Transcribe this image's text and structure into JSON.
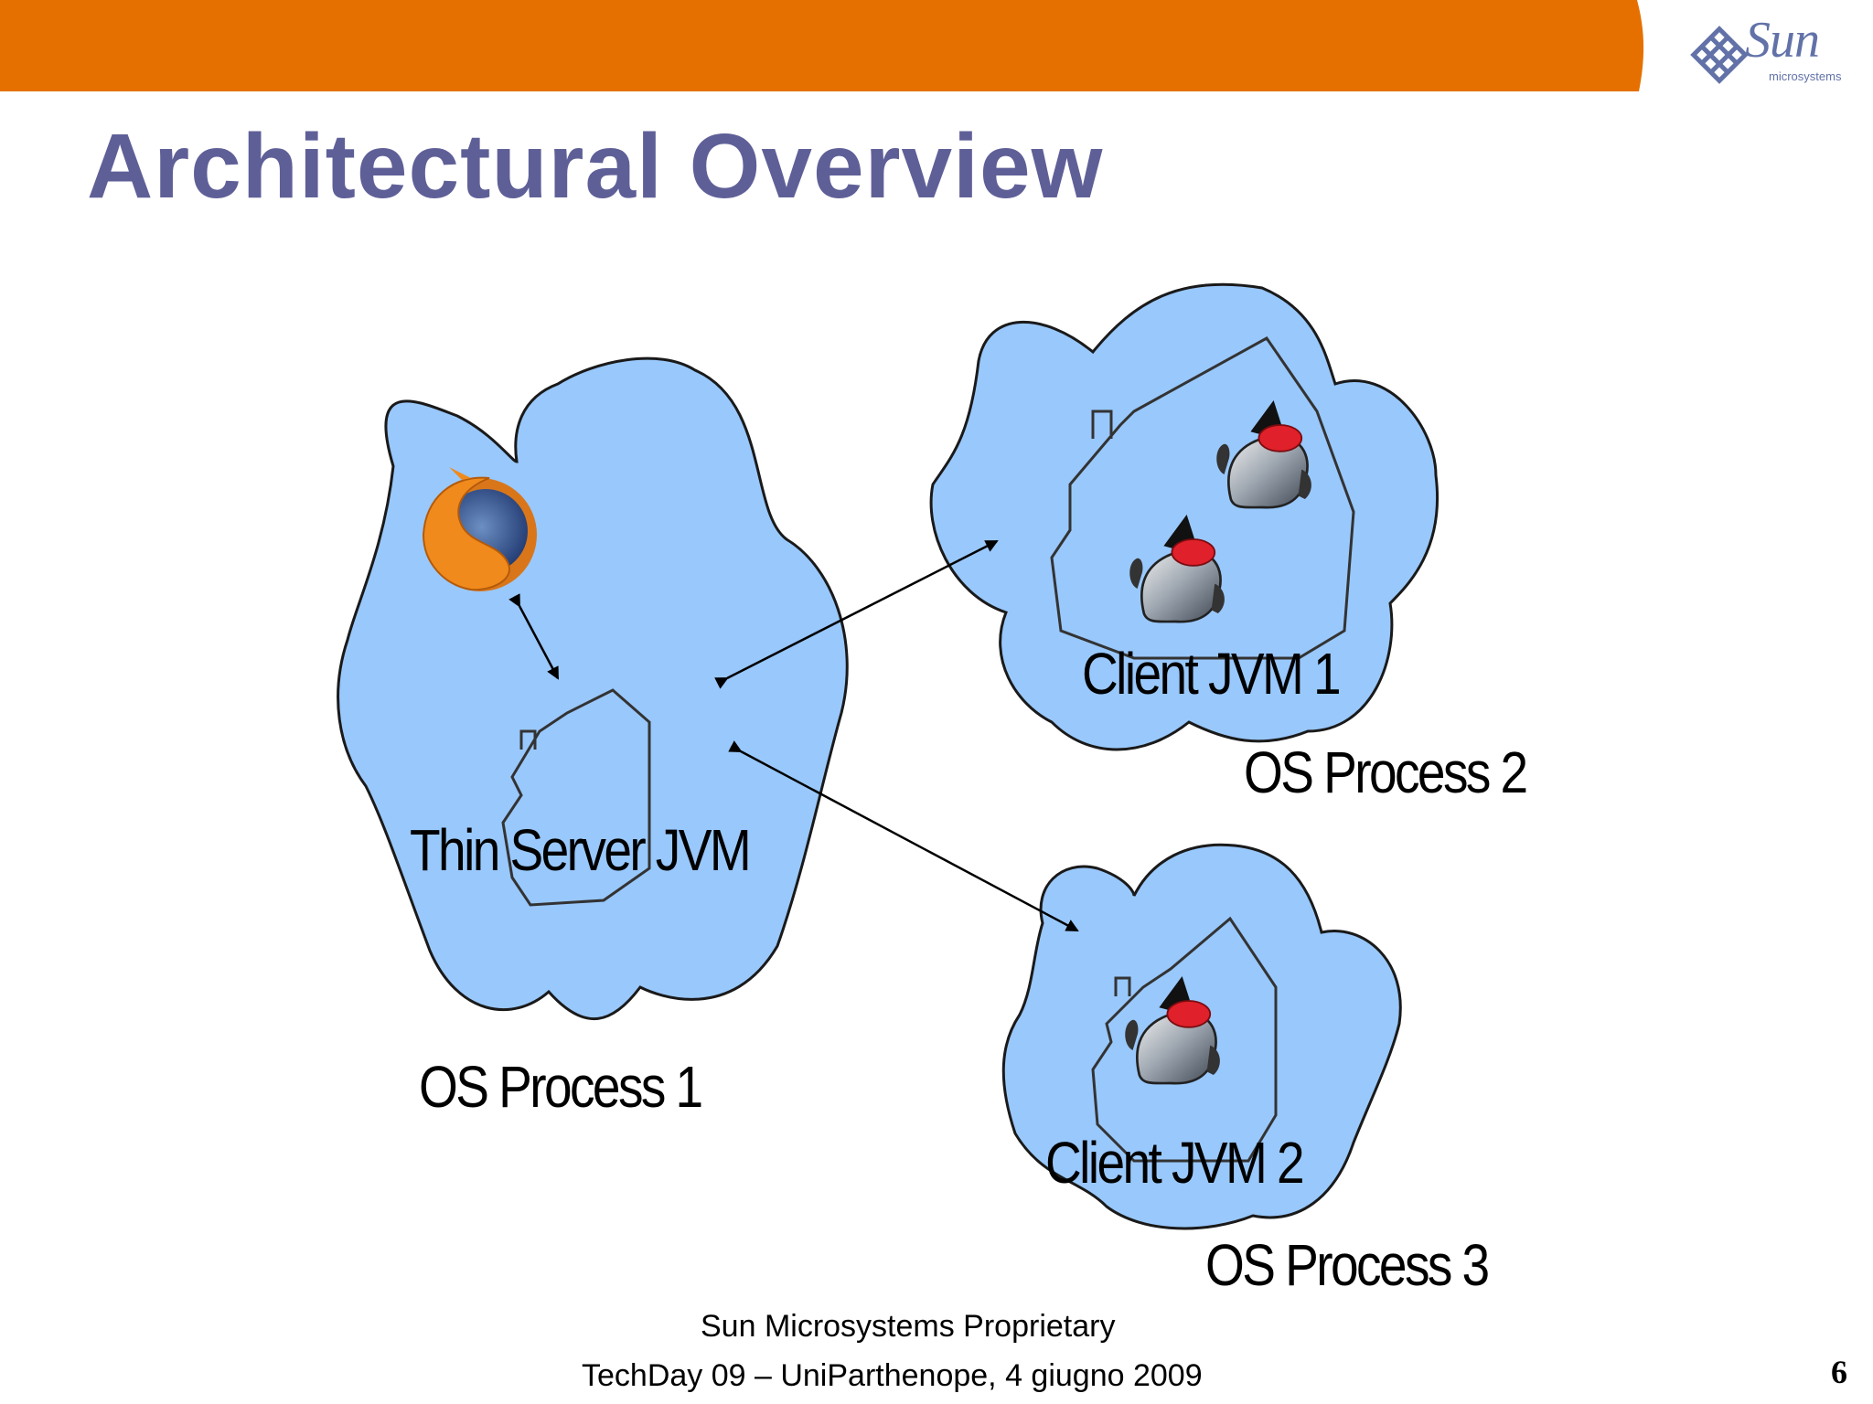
{
  "colors": {
    "header_bar": "#e57000",
    "title": "#5f5f98",
    "cloud_fill": "#99c8fc",
    "logo": "#6272a8"
  },
  "logo": {
    "wordmark": "Sun",
    "subtext": "microsystems",
    "icon": "sun-logo-icon"
  },
  "slide": {
    "title": "Architectural Overview",
    "number": "6"
  },
  "diagram": {
    "thin_server_label": "Thin Server JVM",
    "os_process_1": "OS Process 1",
    "client_jvm_1": "Client JVM 1",
    "os_process_2": "OS Process 2",
    "client_jvm_2": "Client JVM 2",
    "os_process_3": "OS Process 3",
    "icons": [
      "firefox-icon",
      "duke-mascot-icon"
    ]
  },
  "footer": {
    "line1": "Sun Microsystems Proprietary",
    "line2": "TechDay 09 – UniParthenope,  4 giugno 2009"
  }
}
